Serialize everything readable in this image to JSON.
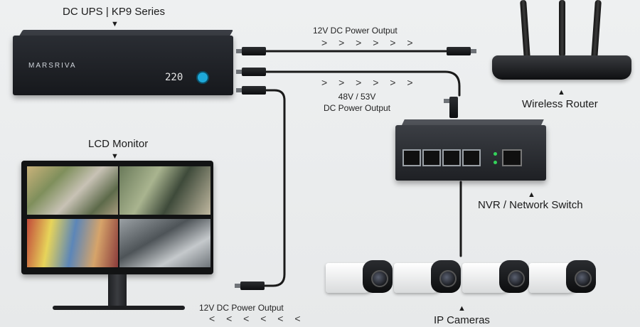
{
  "labels": {
    "ups": "DC UPS | KP9 Series",
    "lcd": "LCD Monitor",
    "router": "Wireless Router",
    "switch": "NVR / Network Switch",
    "cameras": "IP Cameras",
    "out_top": "12V DC Power Output",
    "out_mid_line1": "48V / 53V",
    "out_mid_line2": "DC Power Output",
    "out_bottom": "12V DC Power Output"
  },
  "arrows": {
    "right": "> > > > > >",
    "left": "< < < < < <"
  },
  "device": {
    "brand": "MARSRIVA",
    "display": "220"
  },
  "colors": {
    "background": "#ebedee",
    "device": "#1c1e22",
    "cable": "#1a1a1a",
    "led": "#34d35a",
    "ups_button": "#1ea8d8"
  },
  "icons": [
    "down-pointer-icon",
    "up-pointer-icon"
  ]
}
